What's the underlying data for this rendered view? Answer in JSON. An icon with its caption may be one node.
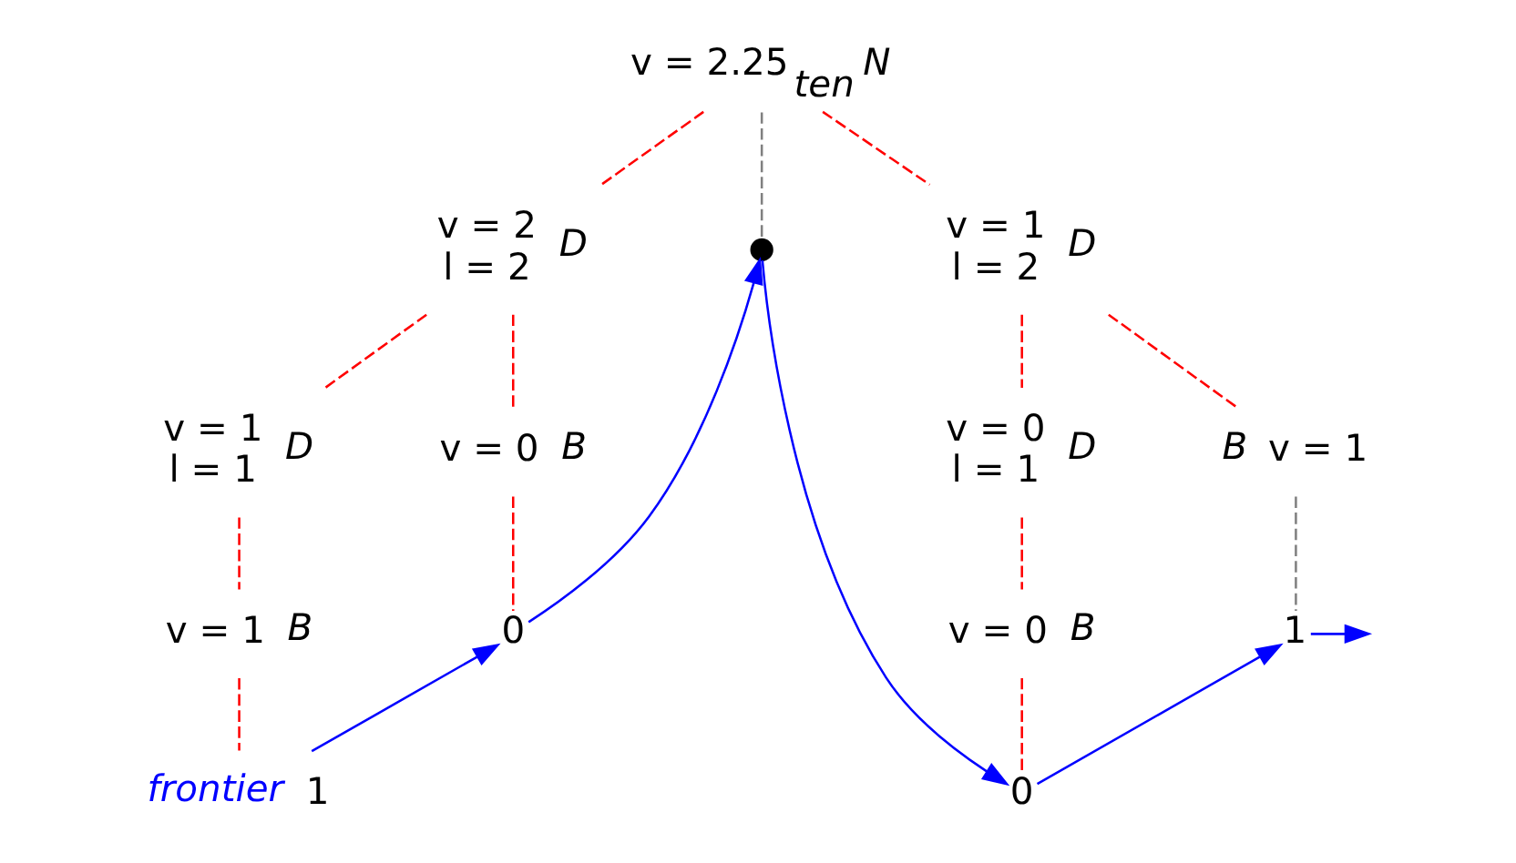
{
  "diagram": {
    "nodes": [
      {
        "text": [
          "N"
        ],
        "beside": [
          "v = 2.25$_{ten}$"
        ]
      },
      {
        "text": [
          "D"
        ],
        "beside": [
          "v = 2",
          "l = 2"
        ]
      },
      {
        "text": [],
        "shape": "circle"
      },
      {
        "text": [
          "D"
        ],
        "beside": [
          "v = 1",
          "l = 2"
        ]
      },
      {
        "text": [
          "D"
        ],
        "beside": [
          "v = 1",
          "l = 1"
        ]
      },
      {
        "text": [
          "B"
        ],
        "beside": [
          "v = 0"
        ]
      },
      {
        "text": [
          "D"
        ],
        "beside": [
          "v = 0",
          "l = 1"
        ]
      },
      {
        "text": [
          "B"
        ],
        "beside": [
          "v = 1"
        ]
      },
      {
        "text": [
          "B"
        ],
        "beside": [
          "v = 1"
        ]
      },
      {
        "text": [
          "0"
        ]
      },
      {
        "text": [
          "B"
        ],
        "beside": [
          "v = 0"
        ]
      },
      {
        "text": [
          "1"
        ]
      },
      {
        "text": [
          "1"
        ],
        "beside": [
          "frontier"
        ]
      },
      {
        "text": [
          "0"
        ]
      }
    ],
    "edges": [
      {
        "from": 0,
        "to": 1,
        "arrow": "none",
        "style": "dashed",
        "color": "#ff0000"
      },
      {
        "from": 0,
        "to": 2,
        "arrow": "none",
        "style": "dashed",
        "color": "#808080"
      },
      {
        "from": 0,
        "to": 3,
        "arrow": "none",
        "style": "dashed",
        "color": "#ff0000"
      },
      {
        "from": 1,
        "to": 4,
        "arrow": "none",
        "style": "dashed",
        "color": "#ff0000"
      },
      {
        "from": 1,
        "to": 5,
        "arrow": "none",
        "style": "dashed",
        "color": "#ff0000"
      },
      {
        "from": 3,
        "to": 6,
        "arrow": "none",
        "style": "dashed",
        "color": "#ff0000"
      },
      {
        "from": 3,
        "to": 7,
        "arrow": "none",
        "style": "dashed",
        "color": "#ff0000"
      },
      {
        "from": 4,
        "to": 8,
        "arrow": "none",
        "style": "dashed",
        "color": "#ff0000"
      },
      {
        "from": 5,
        "to": 9,
        "arrow": "none",
        "style": "dashed",
        "color": "#ff0000"
      },
      {
        "from": 6,
        "to": 10,
        "arrow": "none",
        "style": "dashed",
        "color": "#ff0000"
      },
      {
        "from": 7,
        "to": 11,
        "arrow": "none",
        "style": "dashed",
        "color": "#808080"
      },
      {
        "from": 8,
        "to": 12,
        "arrow": "none",
        "style": "dashed",
        "color": "#ff0000"
      },
      {
        "from": 10,
        "to": 13,
        "arrow": "none",
        "style": "dashed",
        "color": "#ff0000"
      },
      {
        "from": 12,
        "to": 9,
        "arrow": "to",
        "color": "#0000ff"
      },
      {
        "from": 9,
        "to": 2,
        "arrow": "to",
        "color": "#0000ff"
      },
      {
        "from": 2,
        "to": 13,
        "arrow": "to",
        "color": "#0000ff"
      },
      {
        "from": 13,
        "to": 11,
        "arrow": "to",
        "color": "#0000ff"
      },
      {
        "from": 11,
        "to": null,
        "arrow": "to",
        "color": "#0000ff"
      }
    ]
  }
}
